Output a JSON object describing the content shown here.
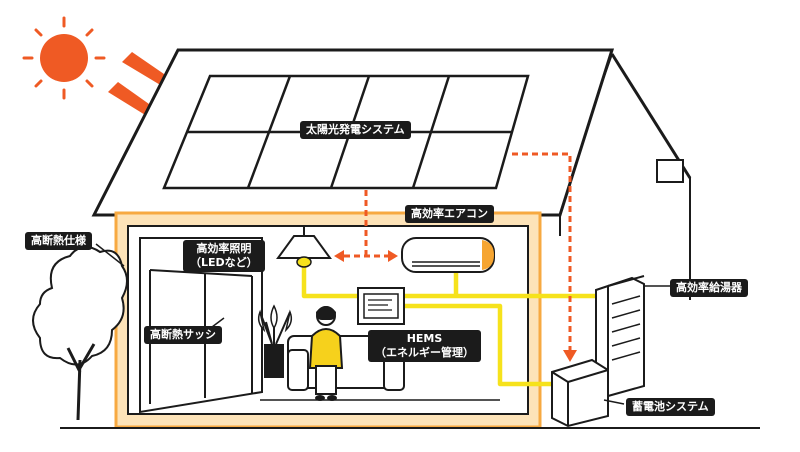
{
  "labels": {
    "solar": "太陽光発電システム",
    "aircon": "高効率エアコン",
    "insulation": "高断熱仕様",
    "lighting_line1": "高効率照明",
    "lighting_line2": "（LEDなど）",
    "sash": "高断熱サッシ",
    "hems_line1": "HEMS",
    "hems_line2": "（エネルギー管理）",
    "water_heater": "高効率給湯器",
    "battery": "蓄電池システム"
  },
  "colors": {
    "sun": "#ef5a24",
    "arrow": "#ef5a24",
    "wall_frame": "#f7a941",
    "wall_fill": "#fde3b8",
    "energy_line": "#f6e21c",
    "person": "#f6d11c",
    "outline": "#1b1b1b"
  }
}
